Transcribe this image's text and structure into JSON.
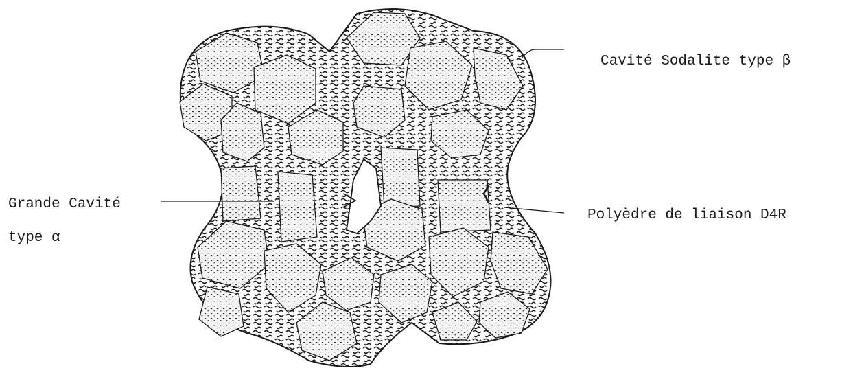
{
  "labels": {
    "sodalite_cavity": "Cavité Sodalite type β",
    "large_cavity_line1": "Grande Cavité",
    "large_cavity_line2": "type α",
    "linking_polyhedron": "Polyèdre de liaison D4R"
  },
  "colors": {
    "ink": "#1a1a1a",
    "paper": "#ffffff",
    "face_fill": "#f3f3f3"
  }
}
